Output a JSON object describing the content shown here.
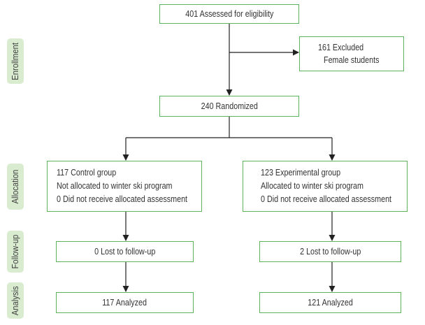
{
  "side_labels": {
    "enrollment": "Enrollment",
    "allocation": "Allocation",
    "follow_up": "Follow-up",
    "analysis": "Analysis"
  },
  "assessed": "401 Assessed for eligibility",
  "excluded": {
    "count_line": "161 Excluded",
    "reason": "Female students"
  },
  "randomized": "240 Randomized",
  "control": {
    "lines": [
      "117 Control group",
      "Not allocated to winter ski program",
      "0 Did not receive allocated assessment"
    ],
    "follow_up": "0 Lost to follow-up",
    "analyzed": "117 Analyzed"
  },
  "experimental": {
    "lines": [
      "123 Experimental group",
      "Allocated to winter ski program",
      "0 Did not receive allocated assessment"
    ],
    "follow_up": "2 Lost to follow-up",
    "analyzed": "121 Analyzed"
  },
  "colors": {
    "box_border": "#5db35a",
    "label_fill": "#d9ecd0",
    "text": "#333333",
    "arrow": "#222222"
  }
}
